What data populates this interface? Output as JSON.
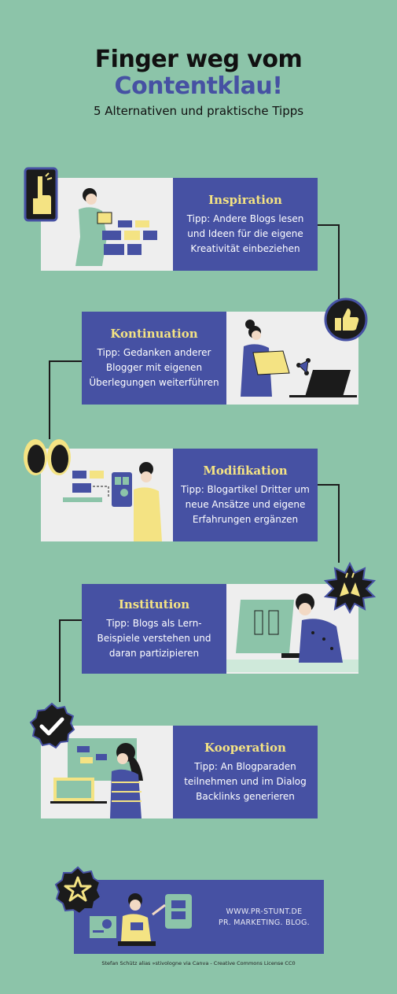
{
  "header": {
    "title_line1": "Finger weg vom",
    "title_line2": "Contentklau!",
    "subtitle": "5 Alternativen und praktische Tipps"
  },
  "colors": {
    "background": "#8cc4a9",
    "card_blue": "#4651a3",
    "heading_yellow": "#f4e383",
    "card_light": "#eeeeee"
  },
  "steps": [
    {
      "title": "Inspiration",
      "text": "Tipp: Andere Blogs lesen und Ideen für die eigene Kreativität einbeziehen",
      "icon": "finger-hand-icon"
    },
    {
      "title": "Kontinuation",
      "text": "Tipp: Gedanken anderer Blogger mit eigenen Überlegungen weiterführen",
      "icon": "thumbs-up-icon"
    },
    {
      "title": "Modifikation",
      "text": "Tipp: Blogartikel Dritter um neue Ansätze und eigene Erfahrungen ergänzen",
      "icon": "eyes-icon"
    },
    {
      "title": "Institution",
      "text": "Tipp: Blogs als Lern-Beispiele verstehen und daran partizipieren",
      "icon": "clapping-hands-icon"
    },
    {
      "title": "Kooperation",
      "text": "Tipp: An Blogparaden teilnehmen und im Dialog Backlinks generieren",
      "icon": "checkmark-badge-icon"
    }
  ],
  "footer": {
    "url": "WWW.PR-STUNT.DE",
    "tagline": "PR. MARKETING. BLOG.",
    "icon": "star-badge-icon",
    "credit": "Stefan Schütz alias »stivologne via Canva - Creative Commons License CC0"
  }
}
